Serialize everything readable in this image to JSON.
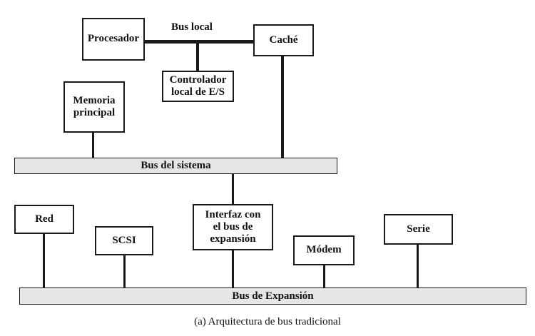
{
  "figure": {
    "caption": "(a) Arquitectura de bus tradicional",
    "colors": {
      "line": "#1a1a1a",
      "bus_fill": "#e6e6e6",
      "box_fill": "#ffffff",
      "text": "#111111",
      "background": "#ffffff"
    }
  },
  "labels": {
    "bus_local": "Bus local"
  },
  "boxes": {
    "procesador": "Procesador",
    "cache": "Caché",
    "controlador": "Controlador\nlocal de E/S",
    "controlador_line1": "Controlador",
    "controlador_line2": "local de E/S",
    "memoria_line1": "Memoria",
    "memoria_line2": "principal",
    "red": "Red",
    "scsi": "SCSI",
    "interfaz_line1": "Interfaz con",
    "interfaz_line2": "el bus de",
    "interfaz_line3": "expansión",
    "modem": "Módem",
    "serie": "Serie"
  },
  "buses": {
    "system": "Bus del sistema",
    "expansion": "Bus de Expansión"
  }
}
